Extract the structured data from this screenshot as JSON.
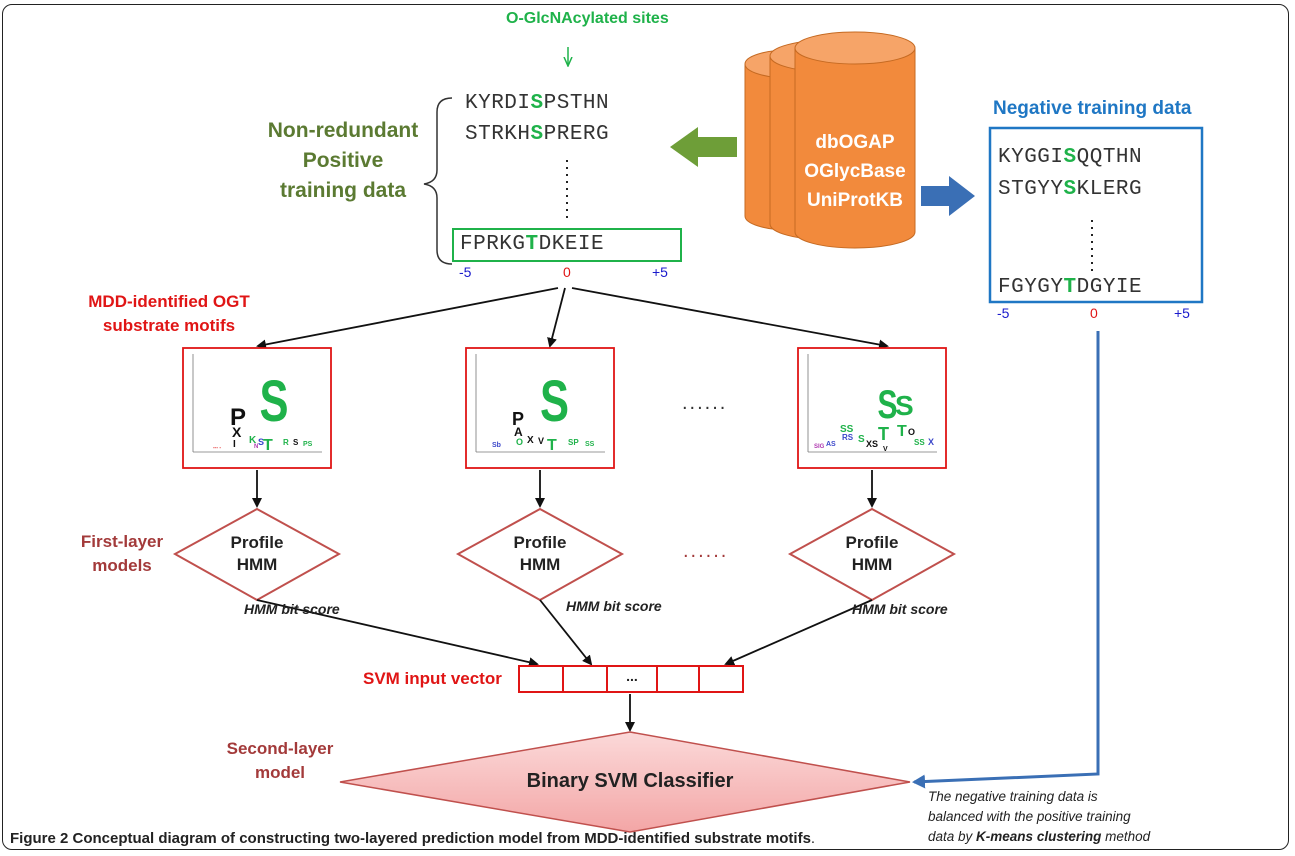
{
  "positive": {
    "sites_label": "O-GlcNAcylated sites",
    "title_lines": [
      "Non-redundant",
      "Positive",
      "training data"
    ],
    "seqs": [
      {
        "pre": "KYRDI",
        "mid": "S",
        "post": "PSTHN"
      },
      {
        "pre": "STRKH",
        "mid": "S",
        "post": "PRERG"
      },
      {
        "pre": "FPRKG",
        "mid": "T",
        "post": "DKEIE"
      }
    ],
    "ticks": {
      "left": "-5",
      "center": "0",
      "right": "+5"
    }
  },
  "database": {
    "lines": [
      "dbOGAP",
      "OGlycBase",
      "UniProtKB"
    ],
    "color": "#f28a3c"
  },
  "negative": {
    "title": "Negative training data",
    "seqs": [
      {
        "pre": "KYGGI",
        "mid": "S",
        "post": "QQTHN"
      },
      {
        "pre": "STGYY",
        "mid": "S",
        "post": "KLERG"
      },
      {
        "pre": "FGYGY",
        "mid": "T",
        "post": "DGYIE"
      }
    ],
    "ticks": {
      "left": "-5",
      "center": "0",
      "right": "+5"
    },
    "note_lines": [
      "The negative training data is",
      "balanced with the positive training",
      "data by ",
      "K-means clustering",
      " method"
    ]
  },
  "motifs": {
    "label_lines": [
      "MDD-identified OGT",
      "substrate motifs"
    ],
    "ellipsis": "......"
  },
  "first_layer": {
    "label_lines": [
      "First-layer",
      "models"
    ],
    "model_lines": [
      "Profile",
      "HMM"
    ],
    "score_label": "HMM bit score",
    "ellipsis": "......"
  },
  "svm": {
    "input_label": "SVM input vector",
    "cell_ellipsis": "...",
    "classifier": "Binary SVM Classifier",
    "second_layer_lines": [
      "Second-layer",
      "model"
    ]
  },
  "caption": {
    "bold": "Figure 2 Conceptual diagram of constructing two-layered prediction model from MDD-identified substrate motifs",
    "tail": "."
  },
  "colors": {
    "green": "#1fb24a",
    "red": "#e01515",
    "blue": "#1f77c4",
    "olive": "#5b7a32",
    "brown": "#a33a3a",
    "classifier_fill": "#f7c2c2"
  }
}
